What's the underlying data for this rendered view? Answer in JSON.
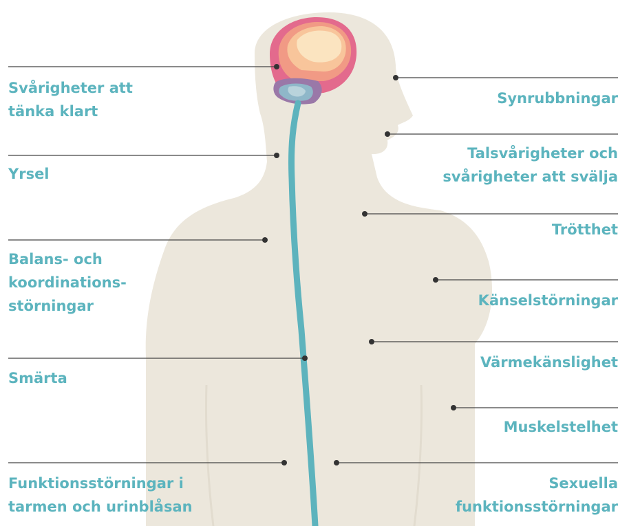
{
  "colors": {
    "body": "#ece7dc",
    "spine": "#5db3bd",
    "label_text": "#5cb4be",
    "leader": "#444444"
  },
  "symptoms": {
    "thinking": [
      "Svårigheter att",
      "tänka klart"
    ],
    "dizziness": [
      "Yrsel"
    ],
    "balance": [
      "Balans- och",
      "koordinations-",
      "störningar"
    ],
    "pain": [
      "Smärta"
    ],
    "bowel_bladder": [
      "Funktionsstörningar i",
      "tarmen och urinblåsan"
    ],
    "vision": [
      "Synrubbningar"
    ],
    "speech": [
      "Talsvårigheter och",
      "svårigheter att svälja"
    ],
    "fatigue": [
      "Trötthet"
    ],
    "sensory": [
      "Känselstörningar"
    ],
    "heat": [
      "Värmekänslighet"
    ],
    "stiffness": [
      "Muskelstelhet"
    ],
    "sexual": [
      "Sexuella",
      "funktionsstörningar"
    ]
  }
}
